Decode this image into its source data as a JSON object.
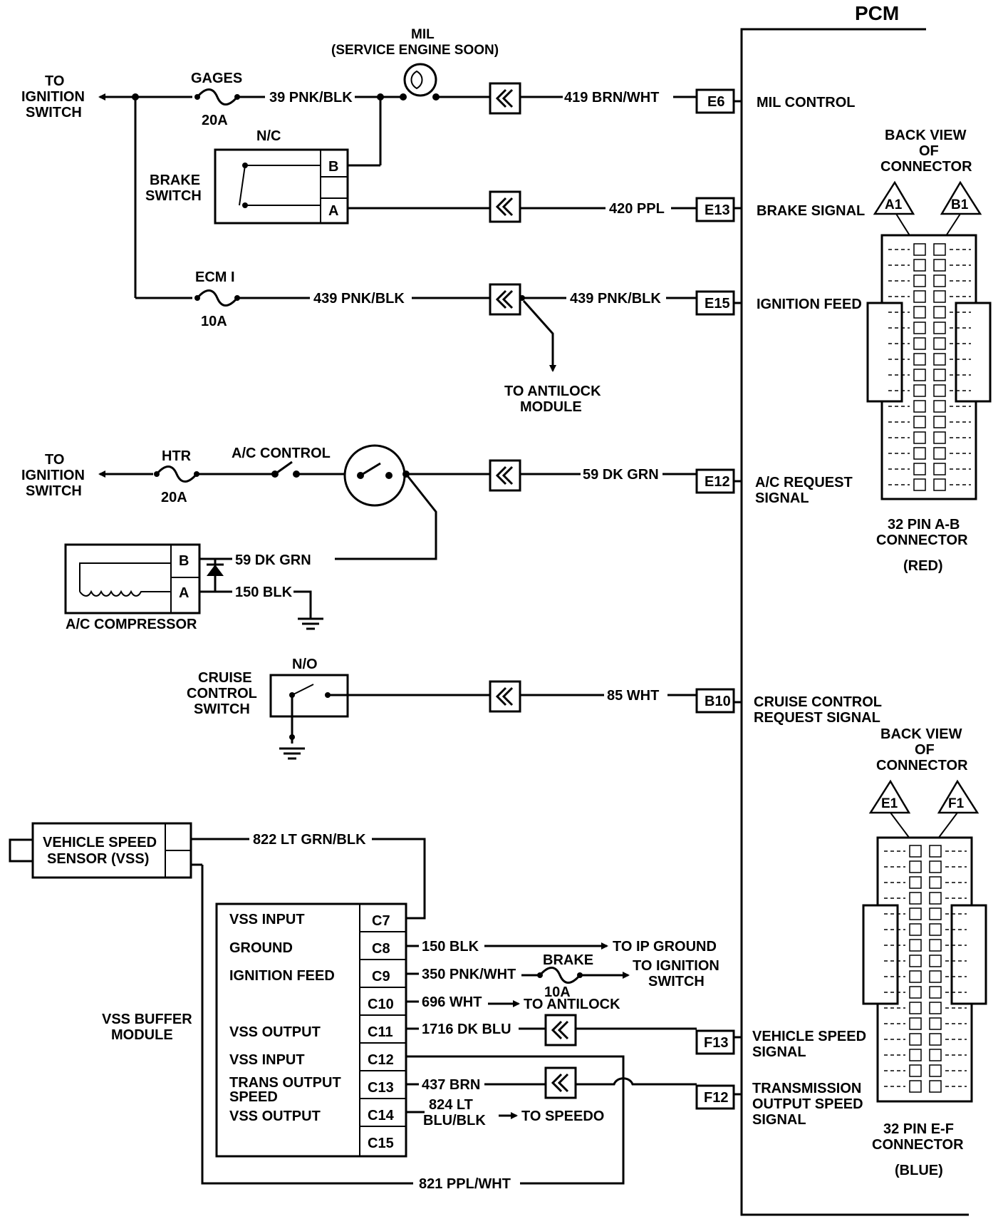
{
  "pcm": {
    "title": "PCM",
    "pins": [
      {
        "id": "E6",
        "label": "MIL CONTROL"
      },
      {
        "id": "E13",
        "label": "BRAKE SIGNAL"
      },
      {
        "id": "E15",
        "label": "IGNITION FEED"
      },
      {
        "id": "E12",
        "label_1": "A/C REQUEST",
        "label_2": "SIGNAL"
      },
      {
        "id": "B10",
        "label_1": "CRUISE CONTROL",
        "label_2": "REQUEST SIGNAL"
      },
      {
        "id": "F13",
        "label_1": "VEHICLE SPEED",
        "label_2": "SIGNAL"
      },
      {
        "id": "F12",
        "label_1": "TRANSMISSION",
        "label_2": "OUTPUT SPEED",
        "label_3": "SIGNAL"
      }
    ]
  },
  "top": {
    "to_ignition_1": "TO",
    "to_ignition_2": "IGNITION",
    "to_ignition_3": "SWITCH",
    "gages_fuse": "GAGES",
    "gages_amp": "20A",
    "wire_39": "39 PNK/BLK",
    "mil_1": "MIL",
    "mil_2": "(SERVICE ENGINE SOON)",
    "wire_419": "419 BRN/WHT",
    "nc": "N/C",
    "brake_switch_1": "BRAKE",
    "brake_switch_2": "SWITCH",
    "pin_b": "B",
    "pin_a": "A",
    "wire_420": "420 PPL",
    "ecm_fuse": "ECM I",
    "ecm_amp": "10A",
    "wire_439_a": "439 PNK/BLK",
    "wire_439_b": "439 PNK/BLK",
    "to_antilock_1": "TO ANTILOCK",
    "to_antilock_2": "MODULE"
  },
  "ac": {
    "to_ignition_1": "TO",
    "to_ignition_2": "IGNITION",
    "to_ignition_3": "SWITCH",
    "htr_fuse": "HTR",
    "htr_amp": "20A",
    "ac_control": "A/C CONTROL",
    "wire_59": "59 DK GRN",
    "comp_wire_59": "59 DK GRN",
    "comp_wire_150": "150 BLK",
    "pin_b": "B",
    "pin_a": "A",
    "compressor": "A/C COMPRESSOR"
  },
  "cruise": {
    "no": "N/O",
    "switch_1": "CRUISE",
    "switch_2": "CONTROL",
    "switch_3": "SWITCH",
    "wire_85": "85 WHT"
  },
  "vss": {
    "sensor_1": "VEHICLE SPEED",
    "sensor_2": "SENSOR (VSS)",
    "wire_822": "822 LT GRN/BLK",
    "module_1": "VSS BUFFER",
    "module_2": "MODULE",
    "rows": [
      {
        "label": "VSS INPUT",
        "pin": "C7"
      },
      {
        "label": "GROUND",
        "pin": "C8"
      },
      {
        "label": "IGNITION FEED",
        "pin": "C9"
      },
      {
        "label": "",
        "pin": "C10"
      },
      {
        "label": "VSS OUTPUT",
        "pin": "C11"
      },
      {
        "label": "VSS INPUT",
        "pin": "C12"
      },
      {
        "label": "TRANS OUTPUT",
        "pin": "C13"
      },
      {
        "label": "VSS OUTPUT",
        "pin": "C14"
      },
      {
        "label": "",
        "pin": "C15"
      }
    ],
    "speed_word": "SPEED",
    "wire_150": "150 BLK",
    "to_ip_ground": "TO IP GROUND",
    "wire_350": "350 PNK/WHT",
    "brake_fuse": "BRAKE",
    "brake_amp": "10A",
    "to_ign_1": "TO IGNITION",
    "to_ign_2": "SWITCH",
    "wire_696": "696 WHT",
    "to_antilock": "TO ANTILOCK",
    "wire_1716": "1716 DK BLU",
    "wire_437": "437 BRN",
    "wire_824_1": "824 LT",
    "wire_824_2": "BLU/BLK",
    "to_speedo": "TO SPEEDO",
    "wire_821": "821 PPL/WHT"
  },
  "connectors": {
    "ab": {
      "back_1": "BACK VIEW",
      "back_2": "OF",
      "back_3": "CONNECTOR",
      "tri_1": "A1",
      "tri_2": "B1",
      "name_1": "32 PIN A-B",
      "name_2": "CONNECTOR",
      "color": "(RED)"
    },
    "ef": {
      "back_1": "BACK VIEW",
      "back_2": "OF",
      "back_3": "CONNECTOR",
      "tri_1": "E1",
      "tri_2": "F1",
      "name_1": "32 PIN E-F",
      "name_2": "CONNECTOR",
      "color": "(BLUE)"
    }
  }
}
